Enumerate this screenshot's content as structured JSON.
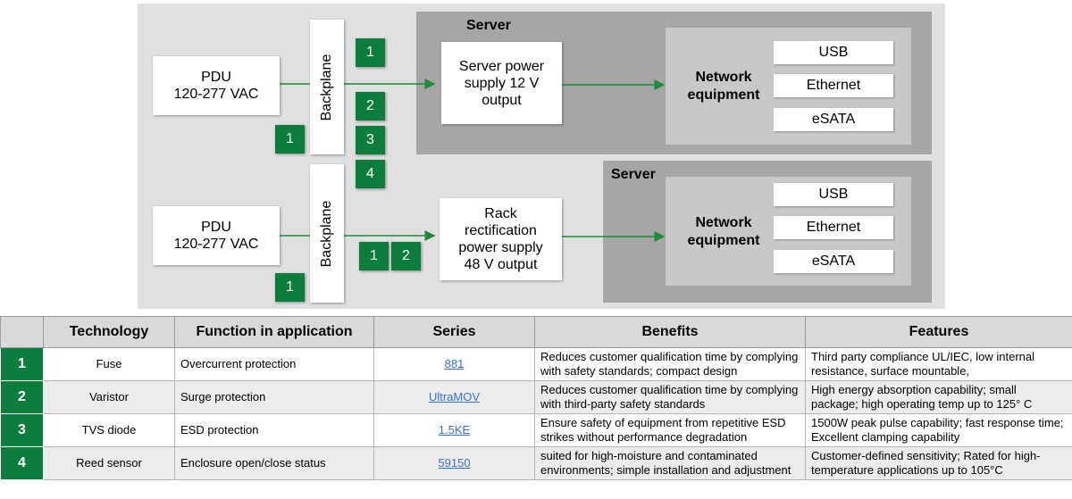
{
  "diagram": {
    "top": {
      "pdu": "PDU\n120-277 VAC",
      "backplane": "Backplane",
      "server_title": "Server",
      "psu": "Server power\nsupply 12 V\noutput",
      "network": "Network\nequipment",
      "ports": [
        "USB",
        "Ethernet",
        "eSATA"
      ]
    },
    "bottom": {
      "pdu": "PDU\n120-277 VAC",
      "backplane": "Backplane",
      "server_title": "Server",
      "psu": "Rack\nrectification\npower supply\n48 V output",
      "network": "Network\nequipment",
      "ports": [
        "USB",
        "Ethernet",
        "eSATA"
      ]
    },
    "badges": {
      "top_pdu": "1",
      "top_input_1": "1",
      "top_input_2": "2",
      "top_input_3": "3",
      "top_input_4": "4",
      "bottom_pdu": "1",
      "bottom_input_1": "1",
      "bottom_input_2": "2"
    }
  },
  "table": {
    "headers": [
      "",
      "Technology",
      "Function in application",
      "Series",
      "Benefits",
      "Features"
    ],
    "rows": [
      {
        "num": "1",
        "technology": "Fuse",
        "function": "Overcurrent protection",
        "series": "881",
        "benefits": "Reduces customer qualification time by complying with safety standards; compact design",
        "features": "Third party compliance UL/IEC, low internal resistance, surface mountable,"
      },
      {
        "num": "2",
        "technology": "Varistor",
        "function": "Surge protection",
        "series": "UltraMOV",
        "benefits": "Reduces customer qualification time by complying with third-party safety standards",
        "features": "High energy absorption capability; small package; high operating temp up to 125° C"
      },
      {
        "num": "3",
        "technology": "TVS diode",
        "function": "ESD protection",
        "series": "1.5KE",
        "benefits": "Ensure safety of equipment from repetitive ESD strikes  without performance degradation",
        "features": "1500W peak pulse capability; fast response time; Excellent clamping capability"
      },
      {
        "num": "4",
        "technology": "Reed sensor",
        "function": "Enclosure open/close status",
        "series": "59150",
        "benefits": "suited for high-moisture and contaminated environments; simple installation and adjustment",
        "features": "Customer-defined sensitivity; Rated for high-temperature applications up to 105°C"
      }
    ]
  },
  "colors": {
    "accent_green": "#0d7d3e",
    "arrow_green": "#1f8a3c",
    "panel_gray": "#e0e0e0",
    "server_gray": "#a6a6a6",
    "link_blue": "#3b6fd8"
  }
}
